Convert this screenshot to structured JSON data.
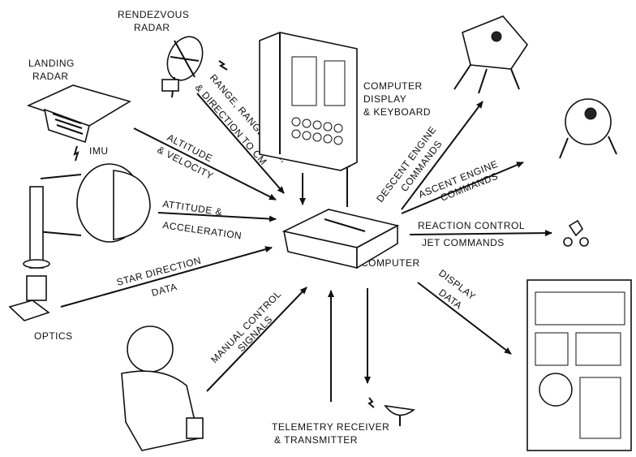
{
  "nodes": {
    "rendezvous_radar": [
      "RENDEZVOUS",
      "RADAR"
    ],
    "landing_radar": [
      "LANDING",
      "RADAR"
    ],
    "imu": "IMU",
    "optics": "OPTICS",
    "dsky": [
      "COMPUTER",
      "DISPLAY",
      "& KEYBOARD"
    ],
    "computer": "COMPUTER",
    "telemetry": [
      "TELEMETRY RECEIVER",
      "& TRANSMITTER"
    ]
  },
  "flows": {
    "range": [
      "RANGE, RANGE RATE,",
      "& DIRECTION TO CM"
    ],
    "altitude": [
      "ALTITUDE",
      "& VELOCITY"
    ],
    "attitude": [
      "ATTITUDE &",
      "ACCELERATION"
    ],
    "star": [
      "STAR DIRECTION",
      "DATA"
    ],
    "manual": [
      "MANUAL CONTROL",
      "SIGNALS"
    ],
    "descent": [
      "DESCENT ENGINE",
      "COMMANDS"
    ],
    "ascent": [
      "ASCENT ENGINE",
      "COMMANDS"
    ],
    "reaction": [
      "REACTION CONTROL",
      "JET COMMANDS"
    ],
    "display": [
      "DISPLAY",
      "DATA"
    ]
  }
}
